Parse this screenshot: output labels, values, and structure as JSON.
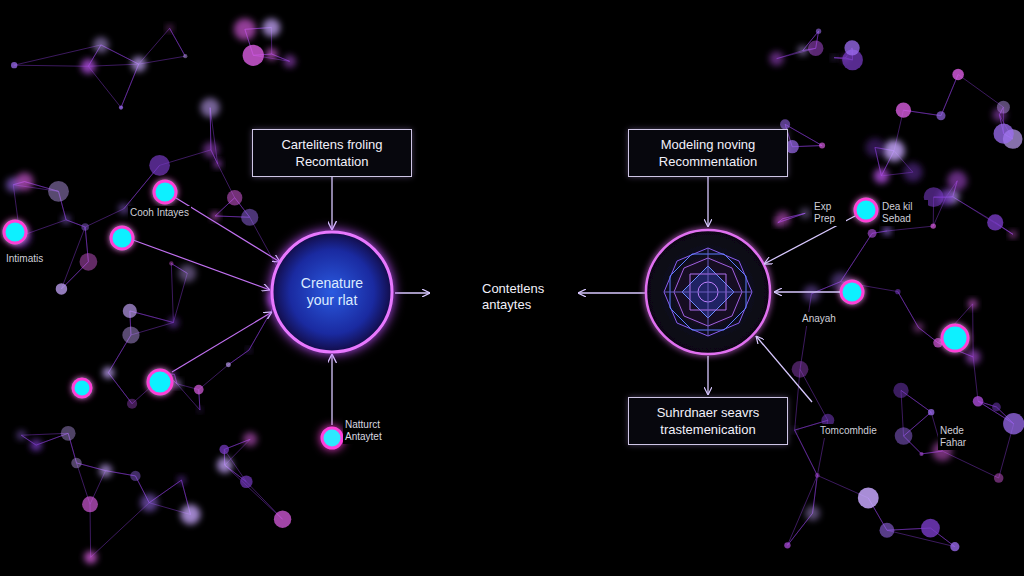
{
  "diagram": {
    "nodes": [
      {
        "text": [
          "Cartelitens froling Recomtation"
        ]
      },
      {
        "text": [
          "Crenature your rlat"
        ]
      },
      {
        "text": [
          "Natturct Antaytet"
        ]
      },
      {
        "text": [
          "Modeling noving Recommentation"
        ]
      },
      {
        "text": [
          "Suhrdnaer seavrs trastemenication"
        ]
      }
    ],
    "edges": [
      {
        "from": 0,
        "to": 1,
        "arrow": "to"
      },
      {
        "from": 2,
        "to": 1,
        "arrow": "to"
      }
    ],
    "labels": [
      "Contetlens antaytes",
      "Cooh Intayes",
      "Intimatis",
      "Exp Prep",
      "Dea kil Sebad",
      "Anayah",
      "Tomcomhdie",
      "Nede Fahar"
    ]
  }
}
